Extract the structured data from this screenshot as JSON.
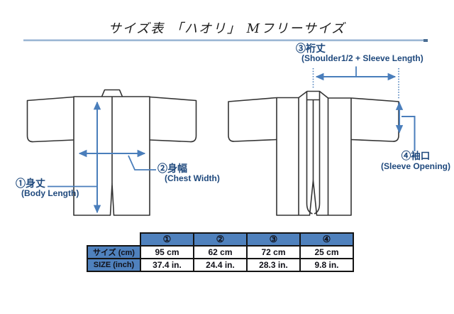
{
  "title": "サイズ表 「ハオリ」 Mフリーサイズ",
  "annotations": {
    "body_length": {
      "jp": "①身丈",
      "en": "(Body Length)"
    },
    "chest_width": {
      "jp": "②身幅",
      "en": "(Chest Width)"
    },
    "yuki_length": {
      "jp": "③裄丈",
      "en": "(Shoulder1/2 + Sleeve Length)"
    },
    "sleeve_opening": {
      "jp": "④袖口",
      "en": "(Sleeve Opening)"
    }
  },
  "table": {
    "col_headers": [
      "①",
      "②",
      "③",
      "④"
    ],
    "row_cm": {
      "label": "サイズ (cm)",
      "values": [
        "95 cm",
        "62 cm",
        "72 cm",
        "25 cm"
      ]
    },
    "row_inch": {
      "label": "SIZE (inch)",
      "values": [
        "37.4 in.",
        "24.4 in.",
        "28.3 in.",
        "9.8 in."
      ]
    }
  },
  "colors": {
    "label_blue": "#1F497D",
    "arrow_blue": "#4A7EBB",
    "table_header_bg": "#4F81BD",
    "outline": "#333333"
  }
}
